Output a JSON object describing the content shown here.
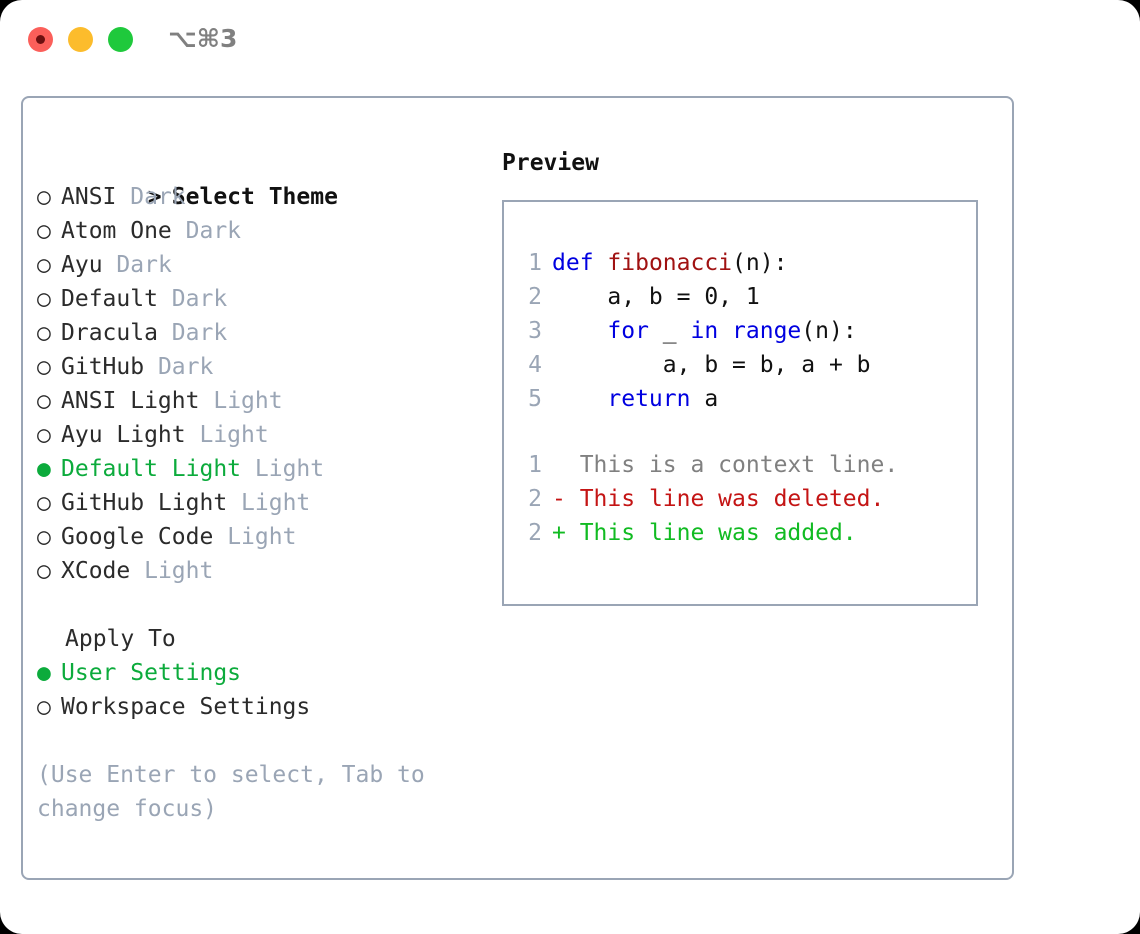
{
  "titlebar": {
    "shortcut": "⌥⌘3",
    "buttons": [
      {
        "name": "close",
        "color": "#fb5f5a"
      },
      {
        "name": "minimize",
        "color": "#fcbc2c"
      },
      {
        "name": "maximize",
        "color": "#1fc93c"
      }
    ]
  },
  "theme_picker": {
    "header_prefix": "> ",
    "header": "Select Theme",
    "marker_unselected": "○ ",
    "marker_selected": "● ",
    "items": [
      {
        "name": "ANSI",
        "variant": "Dark",
        "selected": false
      },
      {
        "name": "Atom One",
        "variant": "Dark",
        "selected": false
      },
      {
        "name": "Ayu",
        "variant": "Dark",
        "selected": false
      },
      {
        "name": "Default",
        "variant": "Dark",
        "selected": false
      },
      {
        "name": "Dracula",
        "variant": "Dark",
        "selected": false
      },
      {
        "name": "GitHub",
        "variant": "Dark",
        "selected": false
      },
      {
        "name": "ANSI Light",
        "variant": "Light",
        "selected": false
      },
      {
        "name": "Ayu Light",
        "variant": "Light",
        "selected": false
      },
      {
        "name": "Default Light",
        "variant": "Light",
        "selected": true
      },
      {
        "name": "GitHub Light",
        "variant": "Light",
        "selected": false
      },
      {
        "name": "Google Code",
        "variant": "Light",
        "selected": false
      },
      {
        "name": "XCode",
        "variant": "Light",
        "selected": false
      }
    ]
  },
  "apply_to": {
    "header": "Apply To",
    "items": [
      {
        "name": "User Settings",
        "selected": true
      },
      {
        "name": "Workspace Settings",
        "selected": false
      }
    ]
  },
  "hint": "(Use Enter to select, Tab to change focus)",
  "preview": {
    "title": "Preview",
    "code_lines": [
      {
        "no": "1",
        "tokens": [
          {
            "t": "def",
            "c": "kw"
          },
          {
            "t": " ",
            "c": "plain"
          },
          {
            "t": "fibonacci",
            "c": "fn"
          },
          {
            "t": "(n):",
            "c": "plain"
          }
        ]
      },
      {
        "no": "2",
        "tokens": [
          {
            "t": "    a, b = 0, 1",
            "c": "plain"
          }
        ]
      },
      {
        "no": "3",
        "tokens": [
          {
            "t": "    ",
            "c": "plain"
          },
          {
            "t": "for",
            "c": "kw"
          },
          {
            "t": " _ ",
            "c": "plain"
          },
          {
            "t": "in",
            "c": "kw"
          },
          {
            "t": " ",
            "c": "plain"
          },
          {
            "t": "range",
            "c": "kw"
          },
          {
            "t": "(n):",
            "c": "plain"
          }
        ]
      },
      {
        "no": "4",
        "tokens": [
          {
            "t": "        a, b = b, a + b",
            "c": "plain"
          }
        ]
      },
      {
        "no": "5",
        "tokens": [
          {
            "t": "    ",
            "c": "plain"
          },
          {
            "t": "return",
            "c": "kw"
          },
          {
            "t": " a",
            "c": "plain"
          }
        ]
      }
    ],
    "diff_lines": [
      {
        "no": "1",
        "sign": "  ",
        "text": "This is a context line.",
        "kind": "ctx"
      },
      {
        "no": "2",
        "sign": "- ",
        "text": "This line was deleted.",
        "kind": "del"
      },
      {
        "no": "2",
        "sign": "+ ",
        "text": "This line was added.",
        "kind": "add"
      }
    ]
  },
  "colors": {
    "accent_green": "#0cab3c",
    "muted": "#9aa5b5",
    "border": "#9aa5b5",
    "keyword_blue": "#0000e0",
    "function_red": "#a01212",
    "diff_delete": "#c41414",
    "diff_add": "#11bb22"
  }
}
